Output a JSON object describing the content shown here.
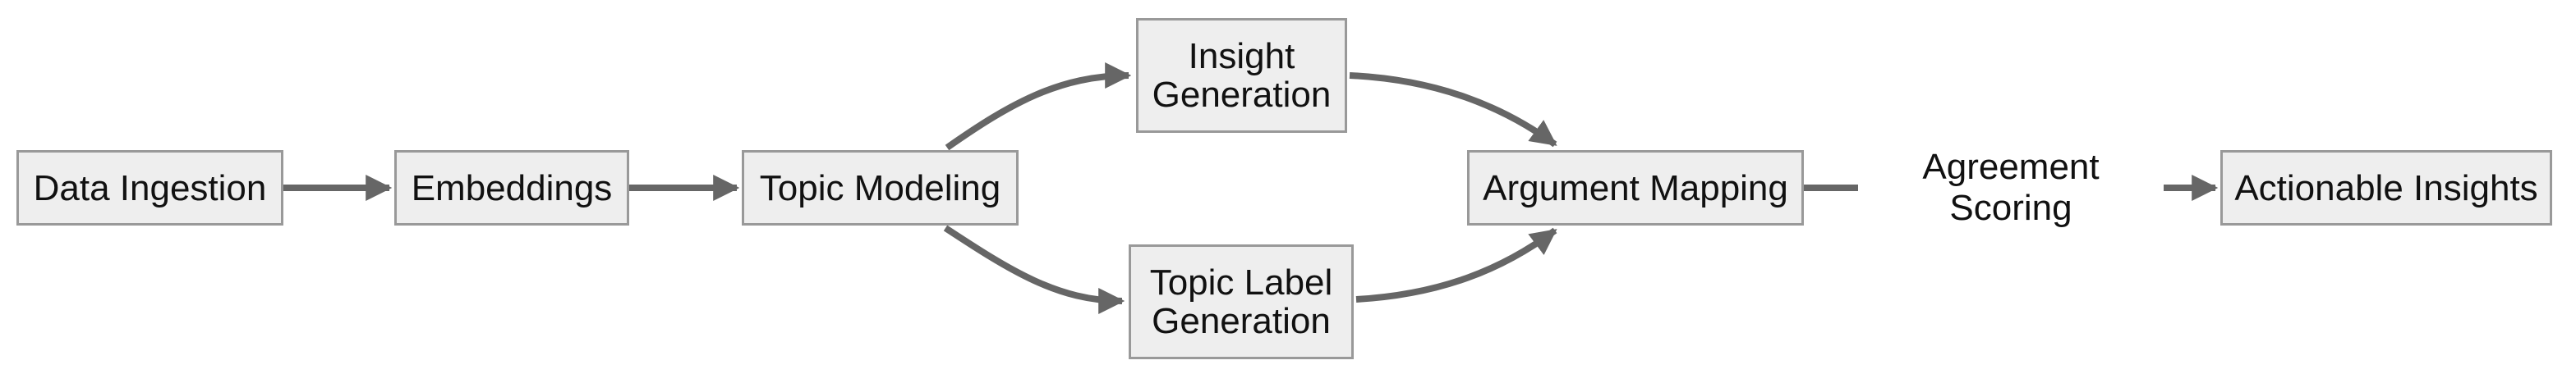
{
  "diagram": {
    "type": "flowchart",
    "direction": "left-to-right",
    "nodes": [
      {
        "id": "data-ingestion",
        "label": "Data Ingestion"
      },
      {
        "id": "embeddings",
        "label": "Embeddings"
      },
      {
        "id": "topic-modeling",
        "label": "Topic Modeling"
      },
      {
        "id": "insight-generation",
        "label": "Insight\nGeneration"
      },
      {
        "id": "topic-label-generation",
        "label": "Topic Label\nGeneration"
      },
      {
        "id": "argument-mapping",
        "label": "Argument Mapping"
      },
      {
        "id": "actionable-insights",
        "label": "Actionable Insights"
      }
    ],
    "edges": [
      {
        "from": "data-ingestion",
        "to": "embeddings",
        "label": ""
      },
      {
        "from": "embeddings",
        "to": "topic-modeling",
        "label": ""
      },
      {
        "from": "topic-modeling",
        "to": "insight-generation",
        "label": ""
      },
      {
        "from": "topic-modeling",
        "to": "topic-label-generation",
        "label": ""
      },
      {
        "from": "insight-generation",
        "to": "argument-mapping",
        "label": ""
      },
      {
        "from": "topic-label-generation",
        "to": "argument-mapping",
        "label": ""
      },
      {
        "from": "argument-mapping",
        "to": "actionable-insights",
        "label": "Agreement Scoring"
      }
    ],
    "colors": {
      "background": "#ffffff",
      "node_fill": "#eeeeee",
      "node_border": "#999999",
      "edge": "#666666",
      "text": "#111111"
    }
  }
}
